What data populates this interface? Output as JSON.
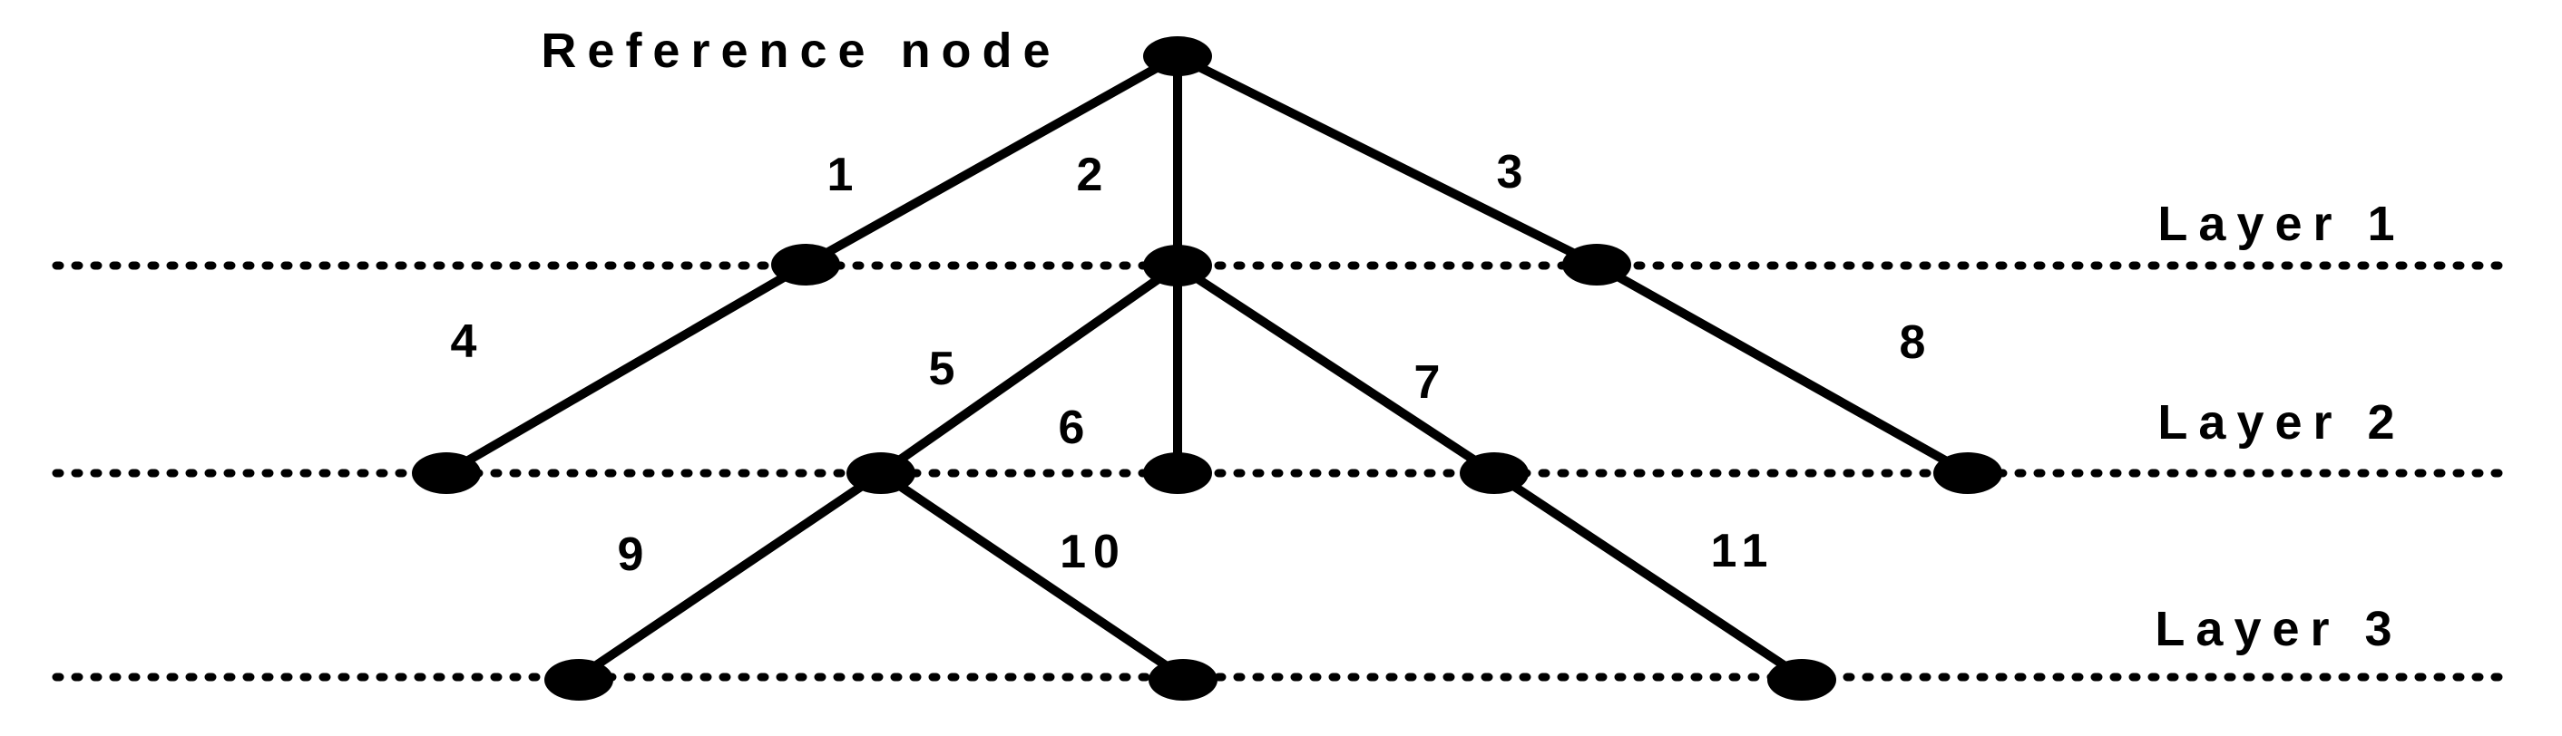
{
  "figure": {
    "title": "Reference node",
    "background": "#ffffff",
    "ink": "#000000"
  },
  "layers": [
    {
      "label": "Layer 1"
    },
    {
      "label": "Layer 2"
    },
    {
      "label": "Layer 3"
    }
  ],
  "graph": {
    "root": "reference-node",
    "nodes": [
      "reference-node",
      "layer1-node-1",
      "layer1-node-2",
      "layer1-node-3",
      "layer2-node-1",
      "layer2-node-2",
      "layer2-node-3",
      "layer2-node-4",
      "layer2-node-5",
      "layer3-node-1",
      "layer3-node-2",
      "layer3-node-3"
    ],
    "edges": [
      {
        "label": "1",
        "from": "reference-node",
        "to": "layer1-node-1"
      },
      {
        "label": "2",
        "from": "reference-node",
        "to": "layer1-node-2"
      },
      {
        "label": "3",
        "from": "reference-node",
        "to": "layer1-node-3"
      },
      {
        "label": "4",
        "from": "layer1-node-1",
        "to": "layer2-node-1"
      },
      {
        "label": "5",
        "from": "layer1-node-2",
        "to": "layer2-node-2"
      },
      {
        "label": "6",
        "from": "layer1-node-2",
        "to": "layer2-node-3"
      },
      {
        "label": "7",
        "from": "layer1-node-2",
        "to": "layer2-node-4"
      },
      {
        "label": "8",
        "from": "layer1-node-3",
        "to": "layer2-node-5"
      },
      {
        "label": "9",
        "from": "layer2-node-2",
        "to": "layer3-node-1"
      },
      {
        "label": "10",
        "from": "layer2-node-2",
        "to": "layer3-node-2"
      },
      {
        "label": "11",
        "from": "layer2-node-4",
        "to": "layer3-node-3"
      }
    ]
  }
}
